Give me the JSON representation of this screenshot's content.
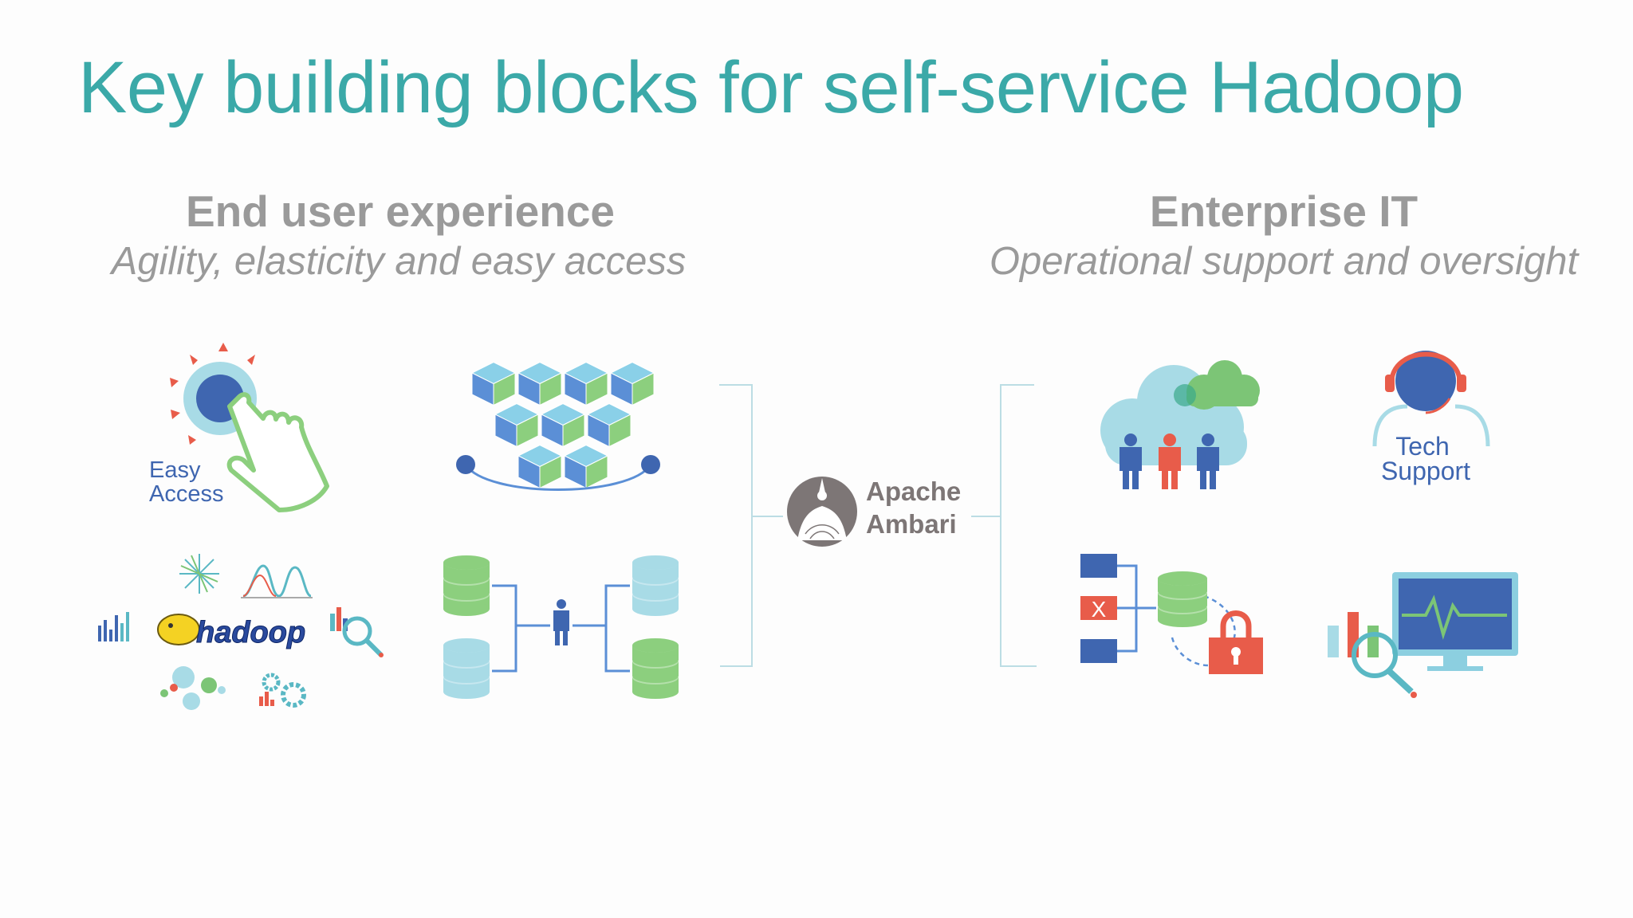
{
  "slide": {
    "title": "Key building blocks for self-service Hadoop"
  },
  "left_section": {
    "heading": "End user experience",
    "subheading": "Agility, elasticity and easy access",
    "easy_access_label_line1": "Easy",
    "easy_access_label_line2": "Access",
    "hadoop_logo_text": "hadoop"
  },
  "center": {
    "logo_line1": "Apache",
    "logo_line2": "Ambari"
  },
  "right_section": {
    "heading": "Enterprise IT",
    "subheading": "Operational support and oversight",
    "tech_support_line1": "Tech",
    "tech_support_line2": "Support",
    "x_mark": "X"
  },
  "colors": {
    "title": "#3ba9a8",
    "heading_gray": "#9a9a9a",
    "blue": "#3f66b0",
    "teal": "#5ab8c4",
    "green": "#7cc576",
    "red": "#e85c4a",
    "light_blue": "#a8dbe6"
  },
  "icons": [
    "touch-hand-icon",
    "cubes-cluster-icon",
    "hadoop-tools-icon",
    "database-network-icon",
    "ambari-logo-icon",
    "cloud-users-icon",
    "tech-support-icon",
    "data-security-icon",
    "monitoring-icon"
  ]
}
